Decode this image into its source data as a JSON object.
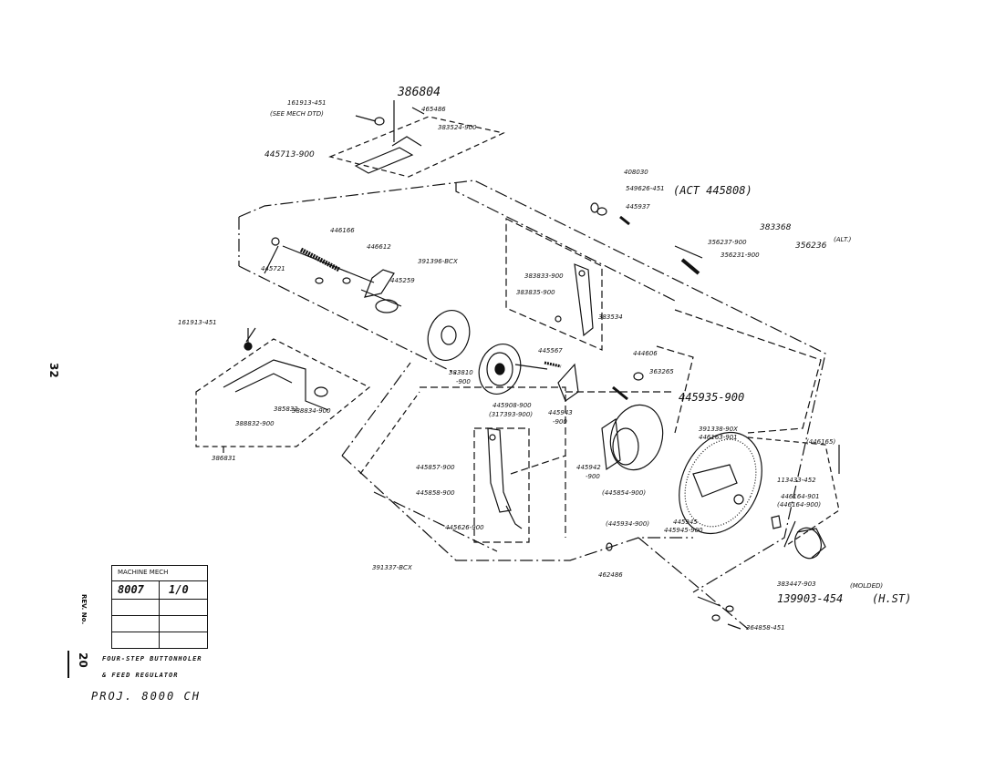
{
  "page_number": "32",
  "rev": {
    "label": "REV. No.",
    "value": "20"
  },
  "title_block": {
    "line1": "FOUR-STEP BUTTONHOLER",
    "line2": "& FEED REGULATOR",
    "line3": "PROJ. 8000 CH"
  },
  "table": {
    "header": "MACHINE MECH",
    "row1": {
      "col1": "8007",
      "col2": "1/0"
    }
  },
  "labels": {
    "p386804": "386804",
    "p161913_451_top": "161913-451",
    "see_mech_dtd": "(SEE MECH DTD)",
    "p465486": "465486",
    "p383524": "383524-900",
    "p445713": "445713-900",
    "p408030": "408030",
    "p549626": "549626-451",
    "act_note": "(ACT 445808)",
    "p445937": "445937",
    "p383368": "383368",
    "p356237": "356237-900",
    "p356231": "356231-900",
    "p356236": "356236",
    "alt": "(ALT.)",
    "p446166": "446166",
    "p446612": "446612",
    "p445721": "445721",
    "p445259": "445259",
    "p391396": "391396-BCX",
    "p383833": "383833-900",
    "p383835": "383835-900",
    "p383534": "383534",
    "p161913_451_left": "161913-451",
    "p445567": "445567",
    "p444606": "444606",
    "p383810": "383810",
    "p383810b": "-900",
    "p363265": "363265",
    "p445935": "445935-900",
    "p385832": "385832",
    "p388834": "388834-900",
    "p388832": "388832-900",
    "p386831": "386831",
    "p445908": "445908-900",
    "p317393": "(317393-900)",
    "p445943": "445943",
    "p445943b": "-900",
    "p391338": "391338-90X",
    "p446163": "446163-901",
    "p446165": "(446165)",
    "p445857": "445857-900",
    "p445942": "445942",
    "p445942b": "-900",
    "p445854": "(445854-900)",
    "p113433": "113433-452",
    "p446164a": "446164-901",
    "p446164b": "(446164-900)",
    "p445858": "445858-900",
    "p445626": "445626-900",
    "p445934": "(445934-900)",
    "p445945": "445945",
    "p445945b": "445945-900",
    "p391337": "391337-BCX",
    "p462486": "462486",
    "p383447": "383447-903",
    "molded": "(MOLDED)",
    "p139903": "139903-454",
    "hst": "(H.ST)",
    "p364858": "364858-451"
  },
  "colors": {
    "ink": "#111111",
    "paper": "#ffffff"
  }
}
